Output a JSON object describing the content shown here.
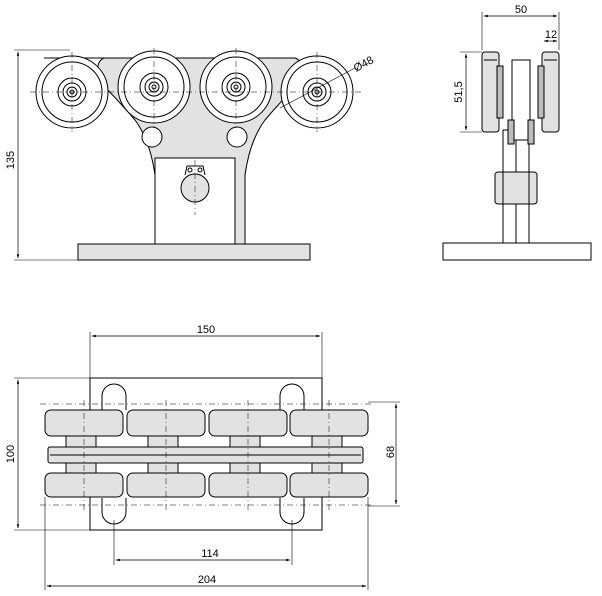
{
  "dimensions": {
    "front_height": "135",
    "wheel_diameter": "Ø48",
    "side_width": "50",
    "side_wheel_width": "12",
    "side_wheel_height": "51,5",
    "top_plate_width": "150",
    "top_height": "100",
    "top_wheel_depth": "68",
    "slot_spacing": "114",
    "total_length": "204"
  },
  "views": [
    "front-view",
    "side-view",
    "top-view"
  ]
}
